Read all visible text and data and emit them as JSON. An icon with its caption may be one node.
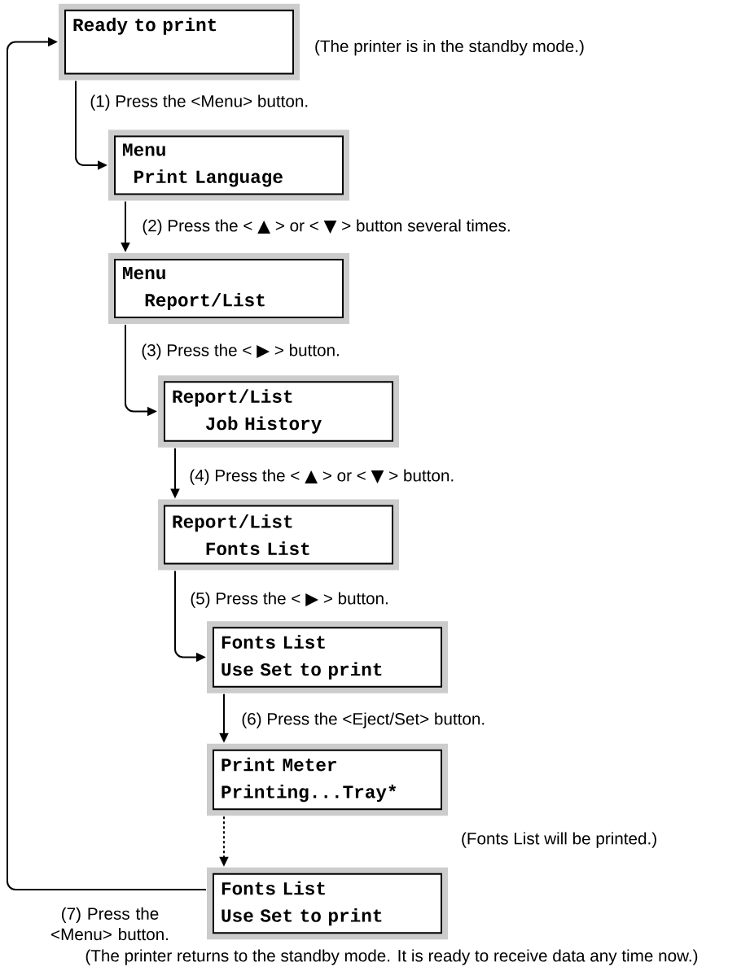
{
  "diagram": {
    "nodes": [
      {
        "text": [
          "Ready to print"
        ],
        "beside": [
          "(The printer is in the standby mode.)"
        ]
      },
      {
        "text": [
          "Menu",
          "Print Language"
        ]
      },
      {
        "text": [
          "Menu",
          "Report/List"
        ]
      },
      {
        "text": [
          "Report/List",
          "Job History"
        ]
      },
      {
        "text": [
          "Report/List",
          "Fonts List"
        ]
      },
      {
        "text": [
          "Fonts List",
          "Use Set to print"
        ]
      },
      {
        "text": [
          "Print Meter",
          "Printing...Tray*"
        ]
      },
      {
        "text": [
          "Fonts List",
          "Use Set to print"
        ]
      }
    ],
    "edges": [
      {
        "from": 0,
        "to": 1,
        "arrow": "to",
        "label": "(1) Press the <Menu> button."
      },
      {
        "from": 1,
        "to": 2,
        "arrow": "to",
        "label": "(2) Press the < ▲ > or < ▼ > button several times."
      },
      {
        "from": 2,
        "to": 3,
        "arrow": "to",
        "label": "(3) Press the < ▶ > button."
      },
      {
        "from": 3,
        "to": 4,
        "arrow": "to",
        "label": "(4) Press the < ▲ > or < ▼ > button."
      },
      {
        "from": 4,
        "to": 5,
        "arrow": "to",
        "label": "(5) Press the < ▶ > button."
      },
      {
        "from": 5,
        "to": 6,
        "arrow": "to",
        "label": "(6) Press the <Eject/Set> button."
      },
      {
        "from": 6,
        "to": 7,
        "arrow": "to",
        "style": "dashed"
      },
      {
        "from": 7,
        "to": 0,
        "arrow": "to",
        "label": "(7) Press the <Menu> button."
      }
    ],
    "labels": [
      "(Fonts List will be printed.)",
      "(The printer returns to the standby mode. It is ready to receive data any time now.)"
    ]
  }
}
